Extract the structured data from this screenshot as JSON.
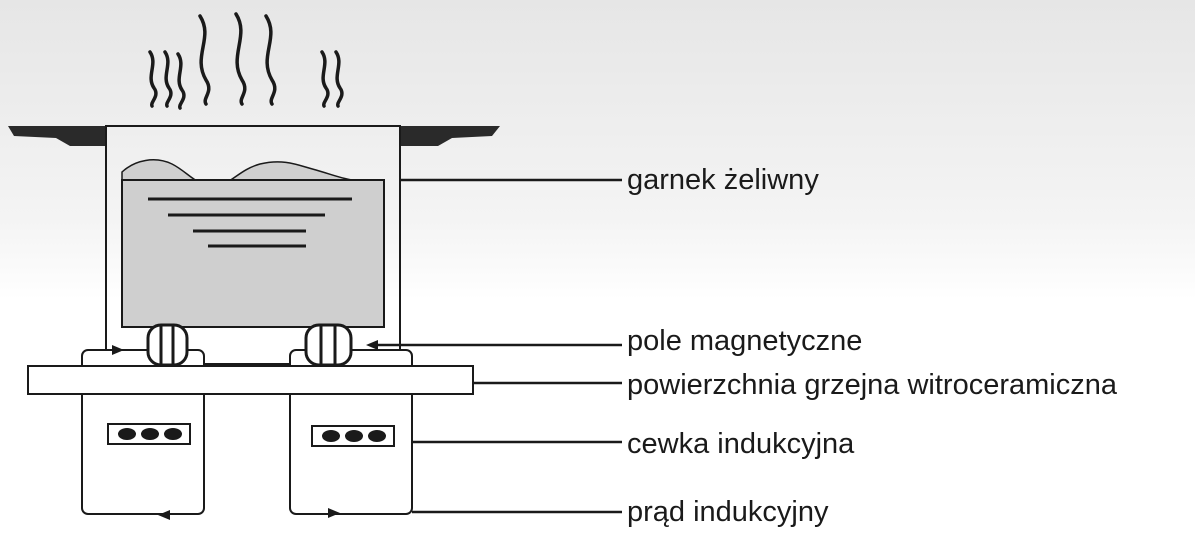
{
  "labels": {
    "pot": "garnek żeliwny",
    "magnetic_field": "pole magnetyczne",
    "surface": "powierzchnia grzejna witroceramiczna",
    "coil": "cewka indukcyjna",
    "current": "prąd indukcyjny"
  },
  "colors": {
    "line": "#1a1a1a",
    "food_fill": "#cfcfcf",
    "handle_fill": "#2a2a2a",
    "background_top": "#e6e6e6",
    "background_bottom": "#ffffff"
  }
}
